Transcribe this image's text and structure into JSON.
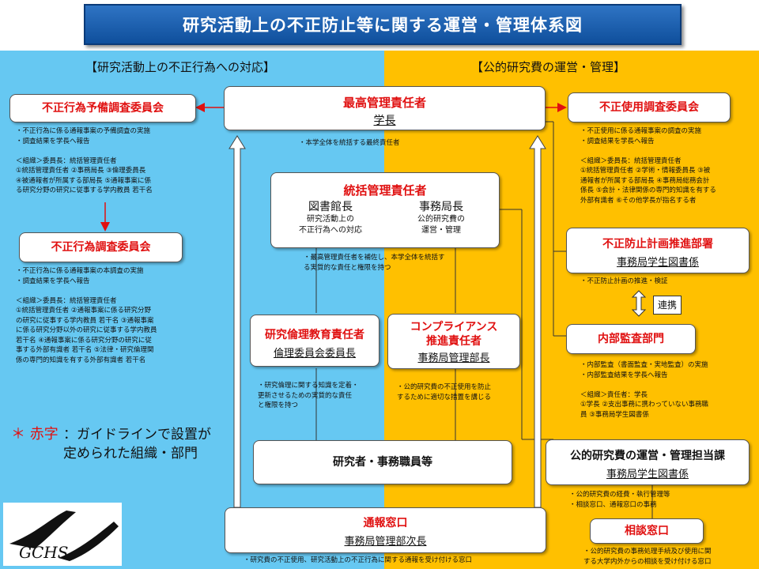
{
  "title": "研究活動上の不正防止等に関する運営・管理体系図",
  "sections": {
    "left": "【研究活動上の不正行為への対応】",
    "right": "【公的研究費の運営・管理】"
  },
  "boxes": {
    "saiko": {
      "title": "最高管理責任者",
      "sub": "学長"
    },
    "tokatsu": {
      "title": "統括管理責任者",
      "left_head": "図書館長",
      "left_sub": "研究活動上の\n不正行為への対応",
      "right_head": "事務局長",
      "right_sub": "公的研究費の\n運営・管理"
    },
    "yobi": {
      "title": "不正行為予備調査委員会"
    },
    "chosa": {
      "title": "不正行為調査委員会"
    },
    "rinri": {
      "title": "研究倫理教育責任者",
      "sub": "倫理委員会委員長"
    },
    "comp": {
      "title": "コンプライアンス\n推進責任者",
      "sub": "事務局管理部長"
    },
    "kenkyusha": {
      "title": "研究者・事務職員等"
    },
    "tsuho": {
      "title": "通報窓口",
      "sub": "事務局管理部次長"
    },
    "fusei_shiyo": {
      "title": "不正使用調査委員会"
    },
    "boshi": {
      "title": "不正防止計画推進部署",
      "sub": "事務局学生図書係"
    },
    "kansa": {
      "title": "内部監査部門"
    },
    "tanto": {
      "title": "公的研究費の運営・管理担当課",
      "sub": "事務局学生図書係"
    },
    "sodan": {
      "title": "相談窓口"
    }
  },
  "notes": {
    "saiko": "・本学全体を統括する最終責任者",
    "tokatsu": "・最高管理責任者を補佐し、本学全体を統括す\nる実質的な責任と権限を持つ",
    "yobi": "・不正行為に係る通報事案の予備調査の実施\n・調査結果を学長へ報告\n\n＜組織＞委員長：統括管理責任者\n①統括管理責任者 ②事務局長 ③倫理委員長\n④被通報者が所属する部局長 ⑤通報事案に係\nる研究分野の研究に従事する学内教員 若干名",
    "chosa": "・不正行為に係る通報事案の本調査の実施\n・調査結果を学長へ報告\n\n＜組織＞委員長：統括管理責任者\n①統括管理責任者 ②通報事案に係る研究分野\nの研究に従事する学内教員 若干名 ③通報事案\nに係る研究分野以外の研究に従事する学内教員\n若干名 ④通報事案に係る研究分野の研究に従\n事する外部有識者 若干名 ⑤法律・研究倫理関\n係の専門的知識を有する外部有識者 若干名",
    "rinri": "・研究倫理に関する知識を定着・\n更新させるための実質的な責任\nと権限を持つ",
    "comp": "・公的研究費の不正使用を防止\nするために適切な措置を講じる",
    "tsuho": "・研究費の不正使用、研究活動上の不正行為に関する通報を受け付ける窓口",
    "fusei_shiyo": "・不正使用に係る通報事案の調査の実施\n・調査結果を学長へ報告\n\n＜組織＞委員長：統括管理責任者\n①統括管理責任者 ②学術・情報委員長 ③被\n通報者が所属する部局長 ④事務局総務会計\n係長 ⑤会計・法律関係の専門的知識を有する\n外部有識者 ⑥その他学長が指名する者",
    "boshi": "・不正防止計画の推進・検証",
    "kansa": "・内部監査（書面監査・実地監査）の実施\n・内部監査結果を学長へ報告\n\n＜組織＞責任者：学長\n①学長 ②支出事務に携わっていない事務職\n員 ③事務局学生図書係",
    "tanto": "・公的研究費の経費・執行管理等\n・相談窓口、通報窓口の事務",
    "sodan": "・公的研究費の事務処理手続及び使用に関\nする大学内外からの相談を受け付ける窓口"
  },
  "renkei": "連携",
  "legend": {
    "star": "＊ 赤字",
    "line1": "：ガイドラインで設置が",
    "line2": "定められた組織・部門"
  },
  "logo_text": "GCHS",
  "colors": {
    "left_bg": "#66c8f2",
    "right_bg": "#ffc000",
    "red_text": "#e01010",
    "title_bg": "#1f62b0"
  }
}
